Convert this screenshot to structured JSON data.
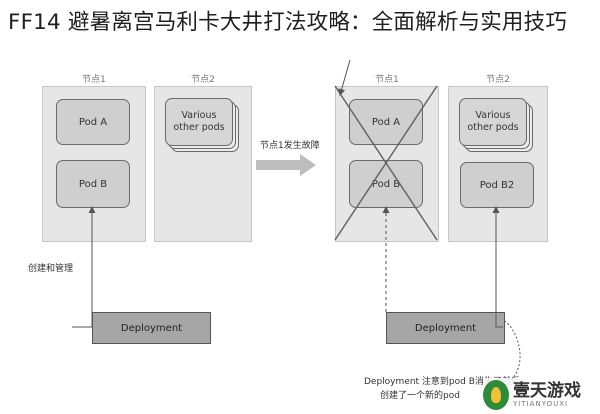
{
  "title": "FF14 避暑离宫马利卡大井打法攻略：全面解析与实用技巧",
  "left": {
    "node1_label": "节点1",
    "node2_label": "节点2",
    "pod_a": "Pod A",
    "pod_b": "Pod B",
    "various_line1": "Various",
    "various_line2": "other pods",
    "manage_label": "创建和管理",
    "deployment": "Deployment"
  },
  "right": {
    "node1_label": "节点1",
    "node2_label": "节点2",
    "pod_a": "Pod A",
    "pod_b": "Pod B",
    "various_line1": "Various",
    "various_line2": "other pods",
    "pod_b2": "Pod B2",
    "deployment": "Deployment",
    "note_line1": "Deployment 注意到pod B消失了然后",
    "note_line2": "创建了一个新的pod"
  },
  "failure_label": "节点1发生故障",
  "logo": {
    "name": "壹天游戏",
    "sub": "YITIANYOUXI"
  }
}
